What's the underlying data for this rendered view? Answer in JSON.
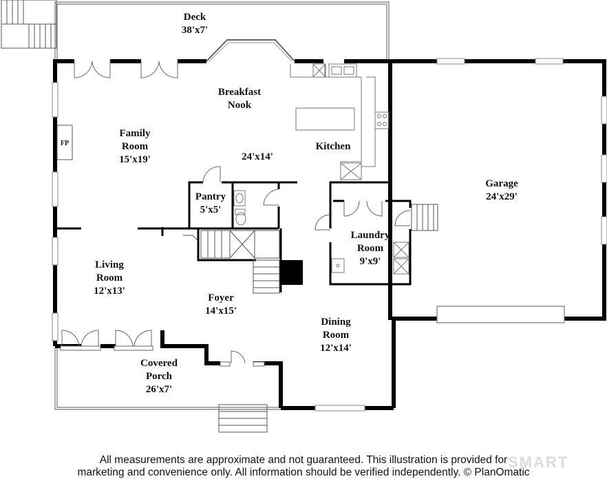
{
  "rooms": {
    "deck": {
      "name": "Deck",
      "size": "38'x7'"
    },
    "breakfast": {
      "name_line1": "Breakfast",
      "name_line2": "Nook"
    },
    "family": {
      "name_line1": "Family",
      "name_line2": "Room",
      "size": "15'x19'"
    },
    "kitchen": {
      "name": "Kitchen",
      "size": "24'x14'"
    },
    "pantry": {
      "name": "Pantry",
      "size": "5'x5'"
    },
    "garage": {
      "name": "Garage",
      "size": "24'x29'"
    },
    "laundry": {
      "name_line1": "Laundry",
      "name_line2": "Room",
      "size": "9'x9'"
    },
    "living": {
      "name_line1": "Living",
      "name_line2": "Room",
      "size": "12'x13'"
    },
    "foyer": {
      "name": "Foyer",
      "size": "14'x15'"
    },
    "dining": {
      "name_line1": "Dining",
      "name_line2": "Room",
      "size": "12'x14'"
    },
    "porch": {
      "name_line1": "Covered",
      "name_line2": "Porch",
      "size": "26'x7'"
    }
  },
  "fireplace_label": "FP",
  "disclaimer": {
    "line1": "All measurements are approximate and not guaranteed. This illustration is provided for",
    "line2": "marketing and convenience only. All information should be verified independently. © PlanOmatic"
  },
  "watermark": "SMART"
}
